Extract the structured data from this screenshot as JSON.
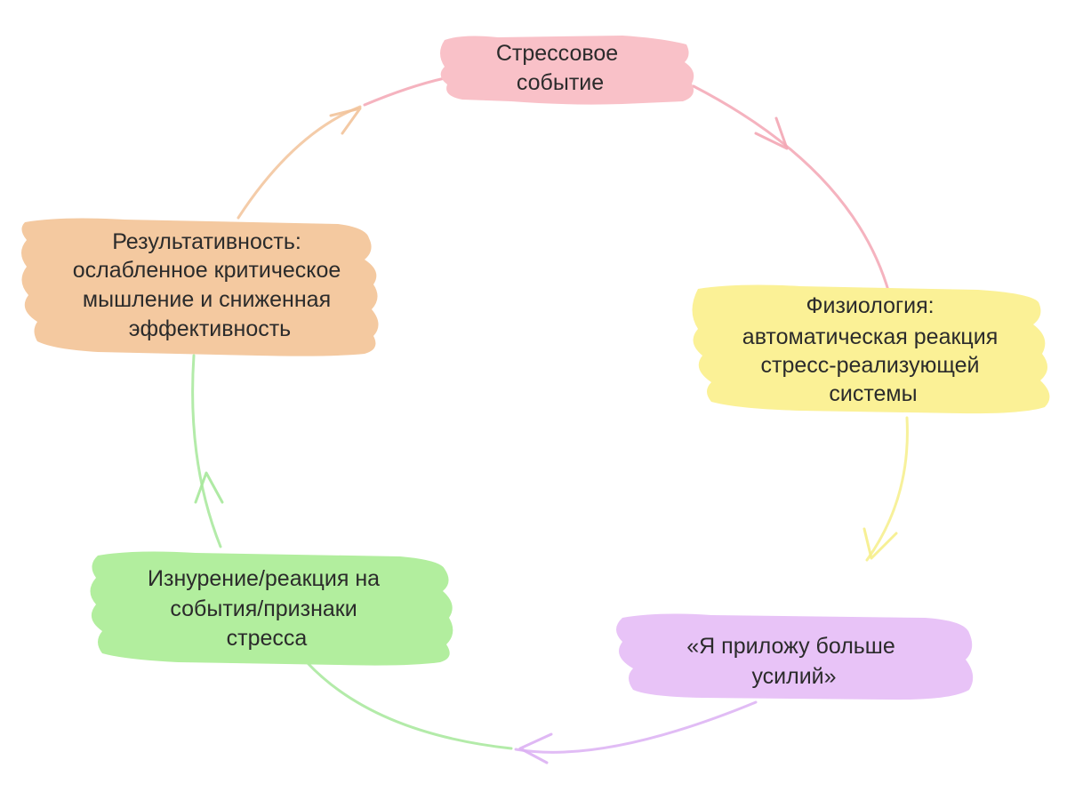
{
  "diagram": {
    "nodes": [
      {
        "id": "stress-event",
        "lines": [
          "Стрессовое",
          "событие"
        ],
        "color": "#f9c1c8"
      },
      {
        "id": "physiology",
        "lines": [
          "Физиология:",
          "автоматическая реакция",
          "стресс-реализующей",
          "системы"
        ],
        "color": "#fbf196"
      },
      {
        "id": "more-effort",
        "lines": [
          "«Я приложу больше",
          "усилий»"
        ],
        "color": "#e8c3f7"
      },
      {
        "id": "exhaustion",
        "lines": [
          "Изнурение/реакция на",
          "события/признаки",
          "стресса"
        ],
        "color": "#b2ee9e"
      },
      {
        "id": "performance",
        "lines": [
          "Результативность:",
          "ослабленное критическое",
          "мышление и сниженная",
          "эффективность"
        ],
        "color": "#f4c9a0"
      }
    ],
    "arrows": [
      {
        "from": "stress-event",
        "to": "physiology",
        "color": "#f3a6b4"
      },
      {
        "from": "physiology",
        "to": "more-effort",
        "color": "#f6ee8a"
      },
      {
        "from": "more-effort",
        "to": "exhaustion",
        "color": "#dcb0f3"
      },
      {
        "from": "exhaustion",
        "to": "performance",
        "color": "#a6e89a"
      },
      {
        "from": "performance",
        "to": "stress-event",
        "color": "#f2c39a"
      }
    ]
  }
}
